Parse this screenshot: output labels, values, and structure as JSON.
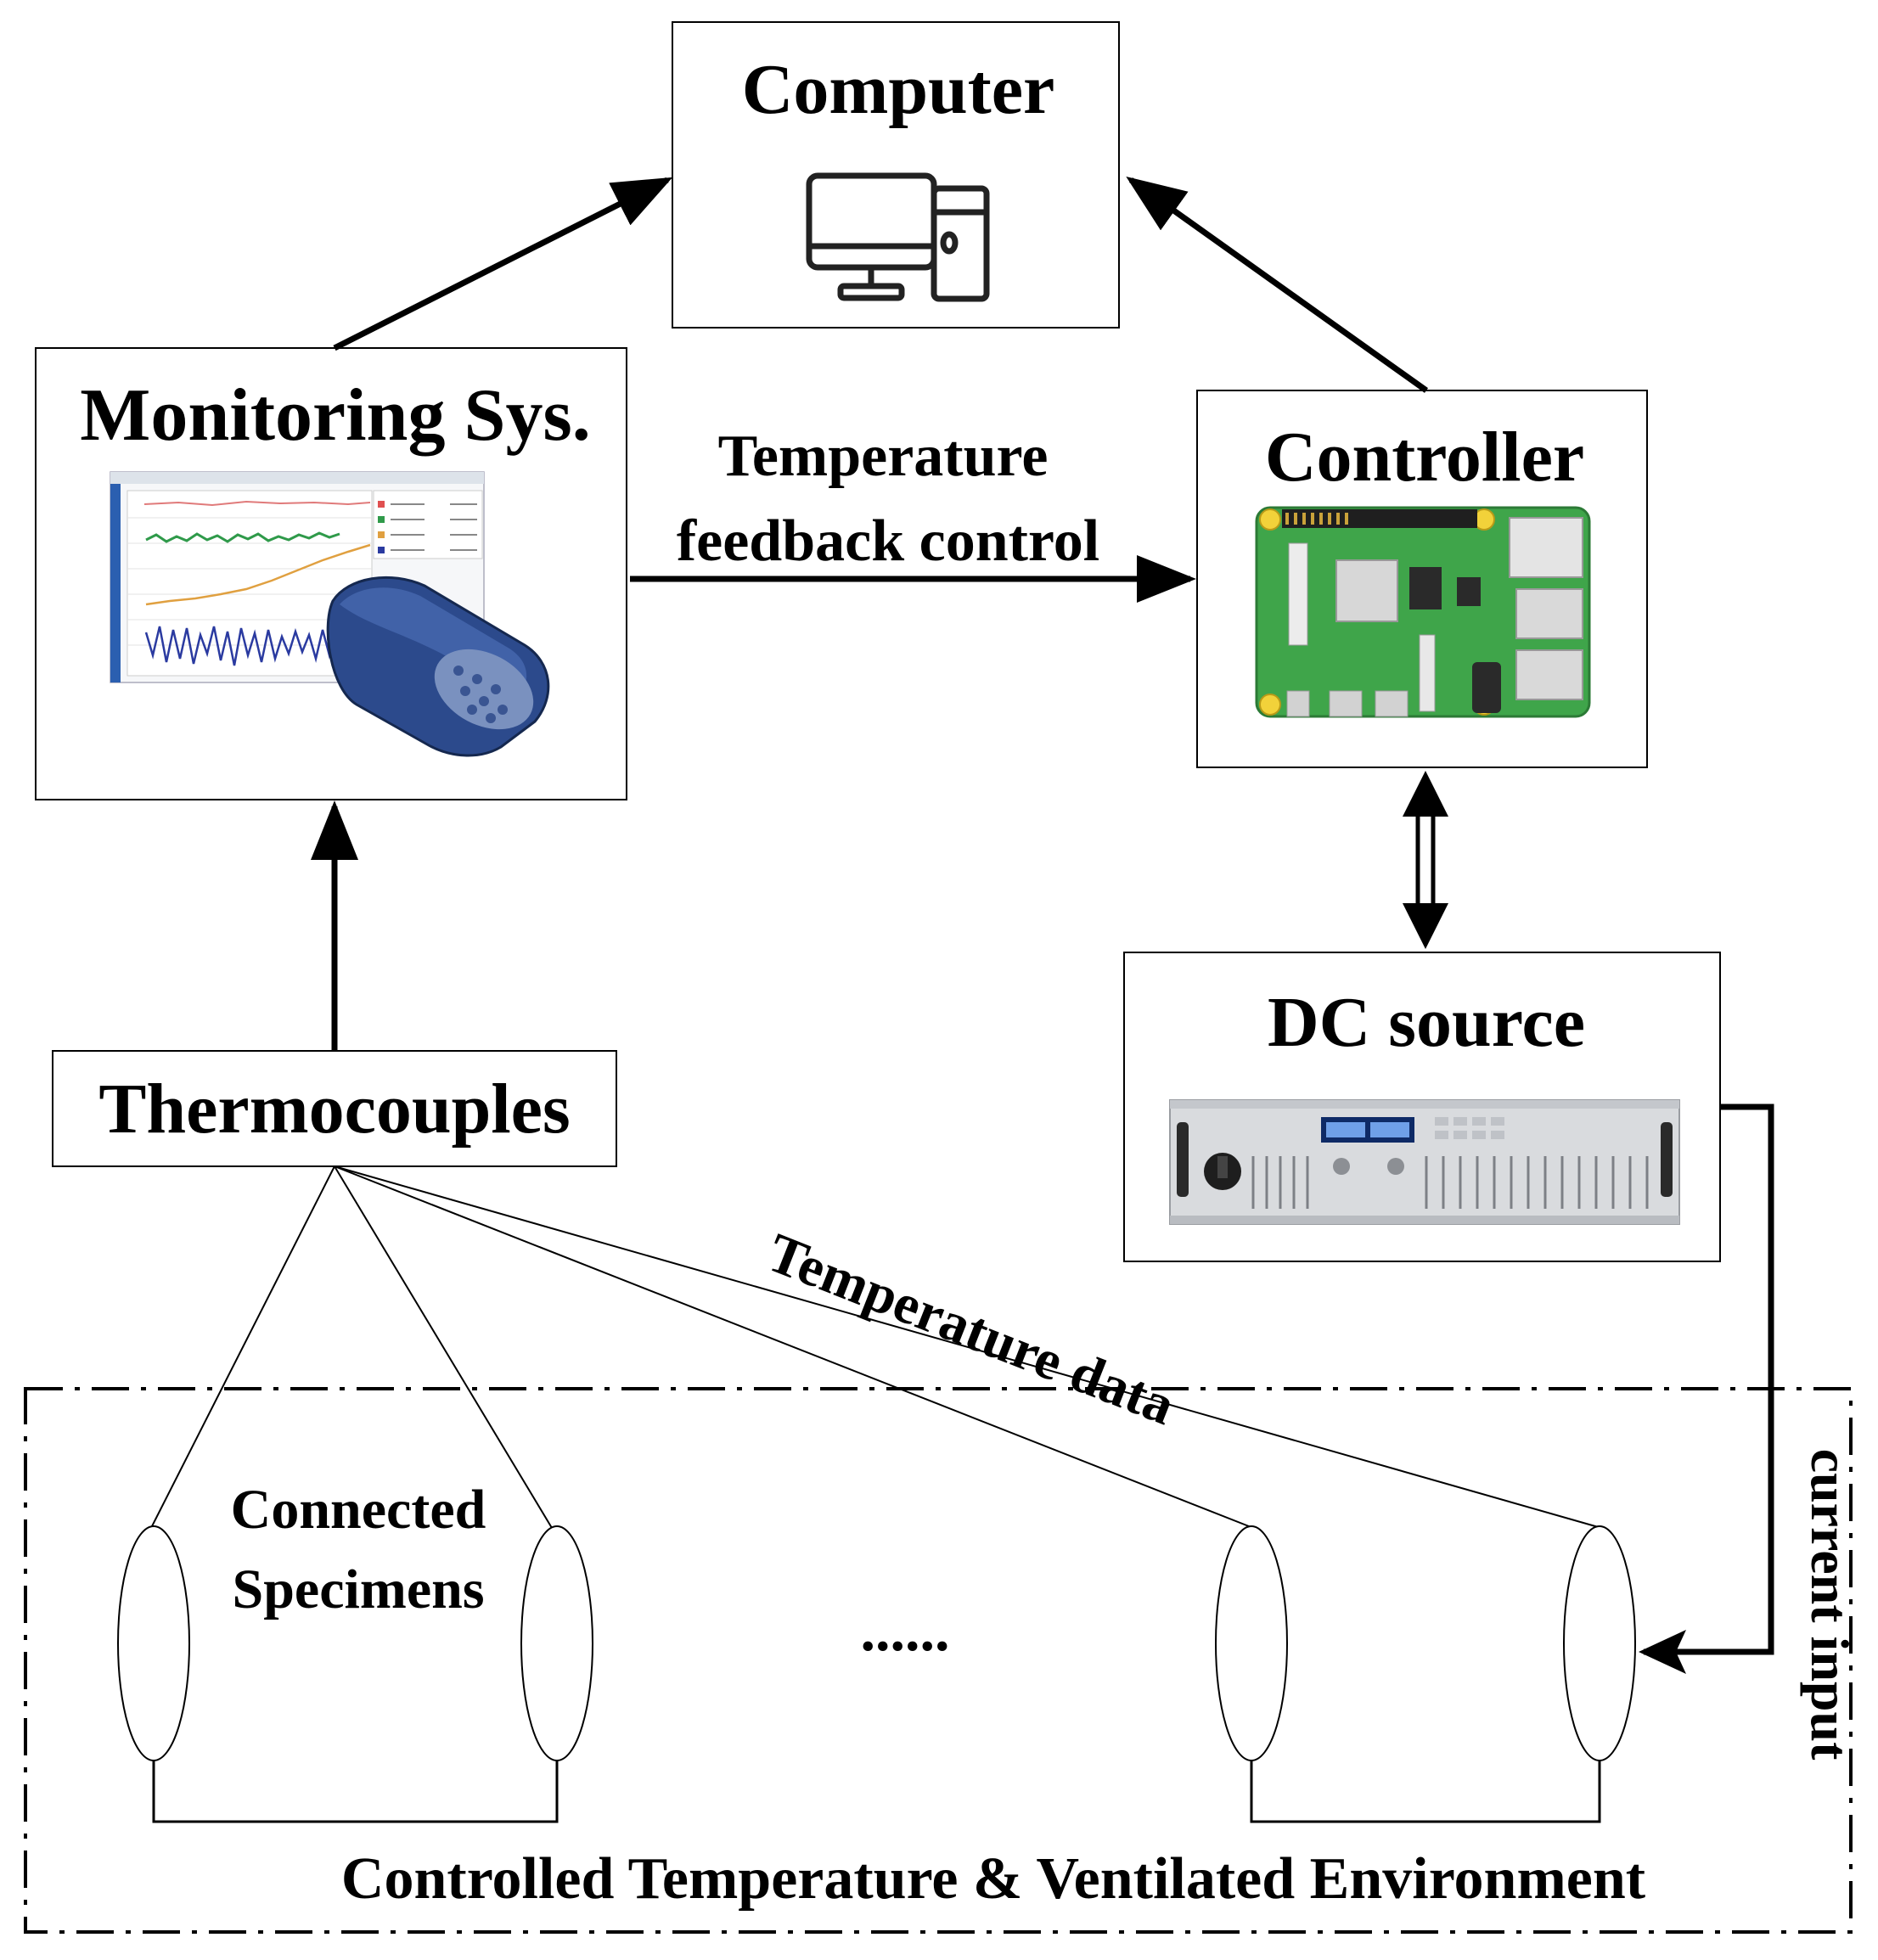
{
  "nodes": {
    "computer": {
      "label": "Computer",
      "icon": "desktop-computer-icon"
    },
    "monitoring": {
      "label": "Monitoring Sys.",
      "icon": "data-logger-screenshot-icon"
    },
    "controller": {
      "label": "Controller",
      "icon": "raspberry-pi-board-icon"
    },
    "dc_source": {
      "label": "DC source",
      "icon": "rack-power-supply-icon"
    },
    "thermocouples": {
      "label": "Thermocouples"
    }
  },
  "edge_labels": {
    "feedback_line1": "Temperature",
    "feedback_line2": "feedback control",
    "temperature_data": "Temperature data",
    "current_input": "current input"
  },
  "specimens": {
    "label_line1": "Connected",
    "label_line2": "Specimens",
    "ellipsis": "......"
  },
  "environment": {
    "label": "Controlled Temperature & Ventilated Environment"
  },
  "colors": {
    "pcb_green": "#3fa54a",
    "device_blue": "#2c4a8c",
    "rack_gray": "#d9dbde",
    "chart_green": "#2f9a4a",
    "chart_orange": "#e0a040",
    "chart_blue": "#2a3aa0"
  }
}
